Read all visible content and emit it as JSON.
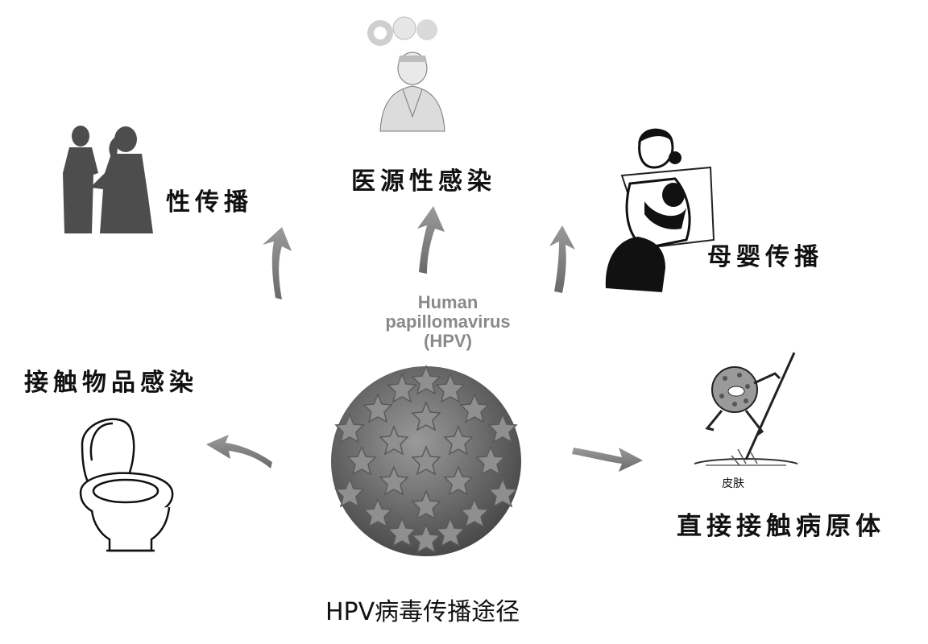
{
  "title_center": [
    "Human",
    "papillomavirus",
    "(HPV)"
  ],
  "caption": "HPV病毒传播途径",
  "routes": {
    "sexual": "性传播",
    "iatrogenic": "医源性感染",
    "mother_infant": "母婴传播",
    "contact_objects": "接触物品感染",
    "direct_contact": "直接接触病原体"
  },
  "skin_label": "皮肤",
  "icons": [
    "couple-silhouette-icon",
    "doctor-icon",
    "mother-baby-icon",
    "toilet-icon",
    "virus-particle-icon",
    "virus-character-icon"
  ]
}
